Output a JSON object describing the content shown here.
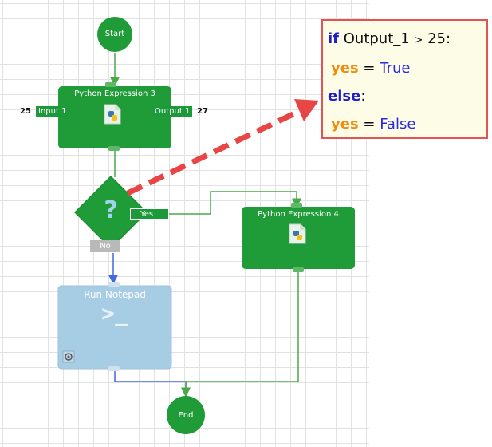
{
  "flow": {
    "start_label": "Start",
    "end_label": "End",
    "python_expr_3": {
      "title": "Python Expression 3",
      "input_label": "Input 1",
      "input_value": "25",
      "output_label": "Output 1",
      "output_value": "27"
    },
    "decision": {
      "glyph": "?",
      "yes_label": "Yes",
      "no_label": "No"
    },
    "python_expr_4": {
      "title": "Python Expression 4"
    },
    "run_notepad": {
      "title": "Run Notepad",
      "glyph": ">_"
    }
  },
  "code": {
    "line1": {
      "kw": "if",
      "var": "Output_1",
      "op": ">",
      "num": "25:"
    },
    "line2": {
      "var": "yes",
      "eq": "=",
      "val": "True"
    },
    "line3": {
      "kw": "else",
      "colon": ":"
    },
    "line4": {
      "var": "yes",
      "eq": "=",
      "val": "False"
    }
  },
  "colors": {
    "node_green": "#1f9b38",
    "node_green_dark": "#16772a",
    "connector_green": "#4aa84a",
    "connector_blue": "#4169e1",
    "task_blue": "#a7cde4",
    "callout_red": "#e84545",
    "callout_bg": "#fdfce6",
    "keyword_blue": "#1d1dcc",
    "yes_orange": "#f08b0e"
  },
  "icons": [
    "python-file-icon",
    "gear-icon",
    "terminal-icon",
    "question-icon"
  ]
}
